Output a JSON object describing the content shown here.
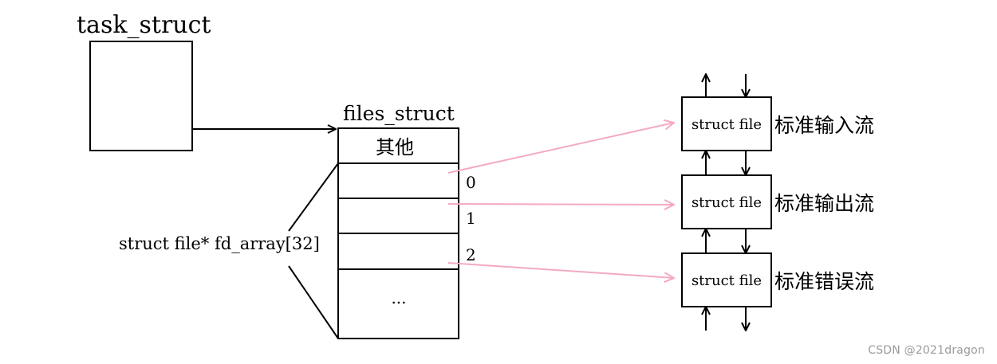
{
  "diagram": {
    "task_struct_label": "task_struct",
    "files_struct_label": "files_struct",
    "other_label": "其他",
    "fd_array_label": "struct file* fd_array[32]",
    "ellipsis_label": "...",
    "indices": [
      "0",
      "1",
      "2"
    ],
    "files": [
      {
        "box_label": "struct file",
        "stream_label": "标准输入流"
      },
      {
        "box_label": "struct file",
        "stream_label": "标准输出流"
      },
      {
        "box_label": "struct file",
        "stream_label": "标准错误流"
      }
    ],
    "colors": {
      "pink_pointer": "#f4a9c4",
      "black": "#000000",
      "watermark_gray": "#9a9a9a"
    }
  },
  "watermark": "CSDN @2021dragon"
}
